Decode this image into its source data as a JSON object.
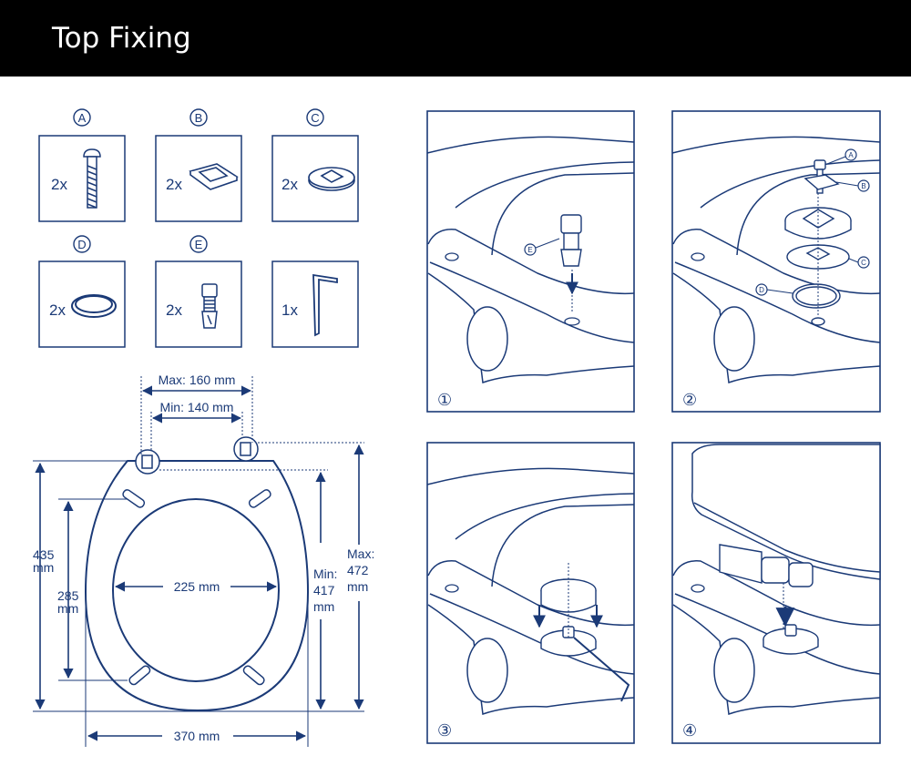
{
  "header": {
    "title": "Top Fixing"
  },
  "colors": {
    "header_bg": "#000000",
    "header_text": "#ffffff",
    "line": "#1b3a77",
    "background": "#ffffff"
  },
  "parts": [
    {
      "letter": "A",
      "qty": "2x",
      "item": "bolt"
    },
    {
      "letter": "B",
      "qty": "2x",
      "item": "rubber-washer"
    },
    {
      "letter": "C",
      "qty": "2x",
      "item": "plate-washer"
    },
    {
      "letter": "D",
      "qty": "2x",
      "item": "o-ring"
    },
    {
      "letter": "E",
      "qty": "2x",
      "item": "expansion-anchor"
    },
    {
      "letter": "",
      "qty": "1x",
      "item": "allen-key"
    }
  ],
  "dimensions": {
    "max_spacing": "Max: 160 mm",
    "min_spacing": "Min:  140 mm",
    "total_length_value": "435",
    "total_length_unit": "mm",
    "opening_length_value": "285",
    "opening_length_unit": "mm",
    "opening_width": "225 mm",
    "min_length_label": "Min:",
    "min_length_value": "417",
    "min_length_unit": "mm",
    "max_length_label": "Max:",
    "max_length_value": "472",
    "max_length_unit": "mm",
    "width": "370 mm"
  },
  "steps": [
    {
      "number": "①",
      "callouts": [
        "E"
      ]
    },
    {
      "number": "②",
      "callouts": [
        "A",
        "B",
        "C",
        "D"
      ]
    },
    {
      "number": "③",
      "callouts": []
    },
    {
      "number": "④",
      "callouts": []
    }
  ]
}
